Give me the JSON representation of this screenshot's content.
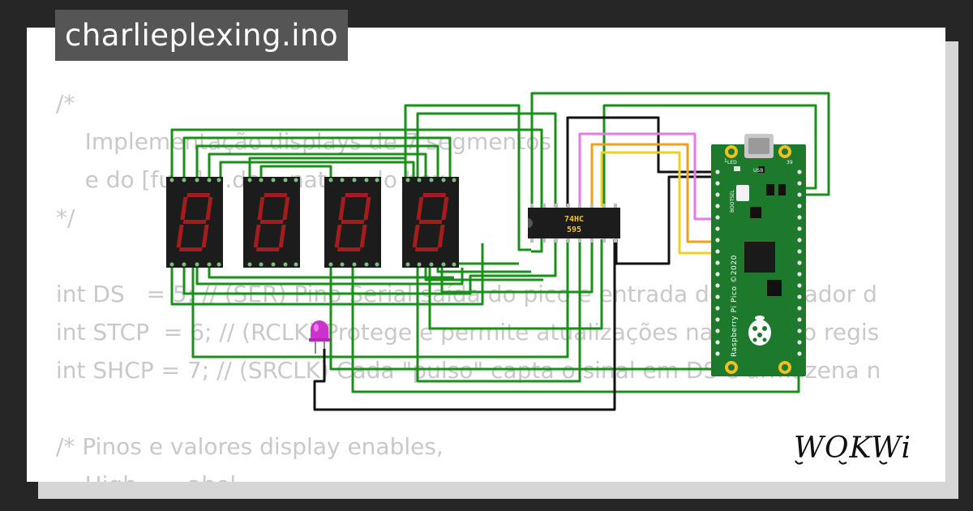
{
  "title": "charlieplexing.ino",
  "brand": "WOKWi",
  "code_lines": [
    "/*",
    "    Implementação displays de 7 segmentos",
    "    e do [fu...] ...de ...nat... ...lo box",
    "*/",
    "",
    "int DS   = 5; // (SER) Pino Serial saída do pico e entrada do registrador d",
    "int STCP  = 6; // (RCLK) Protege e permite atualizações na saída do regis",
    "int SHCP = 7; // (SRCLK) Cada \"pulso\" capta o sinal em DS e armazena n",
    "",
    "/* Pinos e valores display enables,",
    "    High... ...abel..."
  ],
  "chip": {
    "line1": "74HC",
    "line2": "595"
  },
  "pico": {
    "label_led": "LED",
    "label_usb": "USB",
    "label_bootsel": "BOOTSEL",
    "label_pin1": "1",
    "label_pin39": "39",
    "side_text": "Raspberry Pi Pico ©2020"
  },
  "colors": {
    "wire_green": "#1a8f1a",
    "wire_black": "#111111",
    "wire_pink": "#e57ae5",
    "wire_orange": "#f0a020",
    "wire_yellow": "#f0d020",
    "pico_green": "#1d7a2d",
    "led_magenta": "#cc33cc"
  }
}
